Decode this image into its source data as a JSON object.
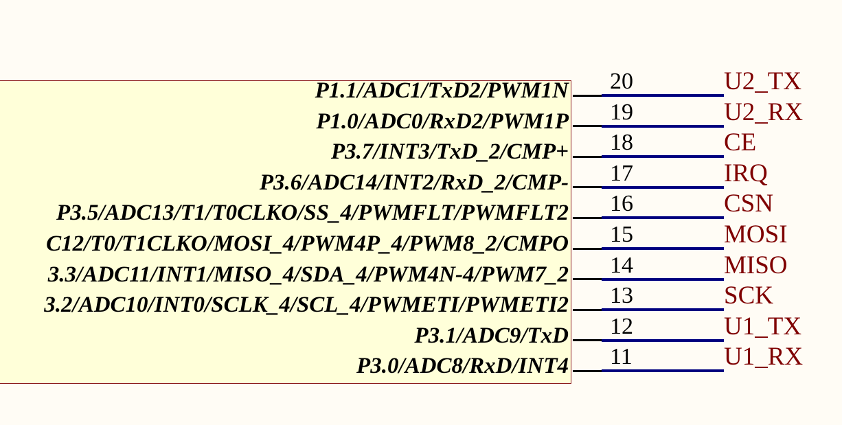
{
  "pins": [
    {
      "number": "20",
      "label": "P1.1/ADC1/TxD2/PWM1N",
      "net": "U2_TX"
    },
    {
      "number": "19",
      "label": "P1.0/ADC0/RxD2/PWM1P",
      "net": "U2_RX"
    },
    {
      "number": "18",
      "label": "P3.7/INT3/TxD_2/CMP+",
      "net": "CE"
    },
    {
      "number": "17",
      "label": "P3.6/ADC14/INT2/RxD_2/CMP-",
      "net": "IRQ"
    },
    {
      "number": "16",
      "label": "P3.5/ADC13/T1/T0CLKO/SS_4/PWMFLT/PWMFLT2",
      "net": "CSN"
    },
    {
      "number": "15",
      "label": "C12/T0/T1CLKO/MOSI_4/PWM4P_4/PWM8_2/CMPO",
      "net": "MOSI"
    },
    {
      "number": "14",
      "label": "3.3/ADC11/INT1/MISO_4/SDA_4/PWM4N-4/PWM7_2",
      "net": "MISO"
    },
    {
      "number": "13",
      "label": "3.2/ADC10/INT0/SCLK_4/SCL_4/PWMETI/PWMETI2",
      "net": "SCK"
    },
    {
      "number": "12",
      "label": "P3.1/ADC9/TxD",
      "net": "U1_TX"
    },
    {
      "number": "11",
      "label": "P3.0/ADC8/RxD/INT4",
      "net": "U1_RX"
    }
  ],
  "colors": {
    "body_fill": "#ffffd9",
    "body_border": "#8b1a1a",
    "wire": "#00007f",
    "net_label": "#7f0000",
    "background": "#fffcf5"
  }
}
